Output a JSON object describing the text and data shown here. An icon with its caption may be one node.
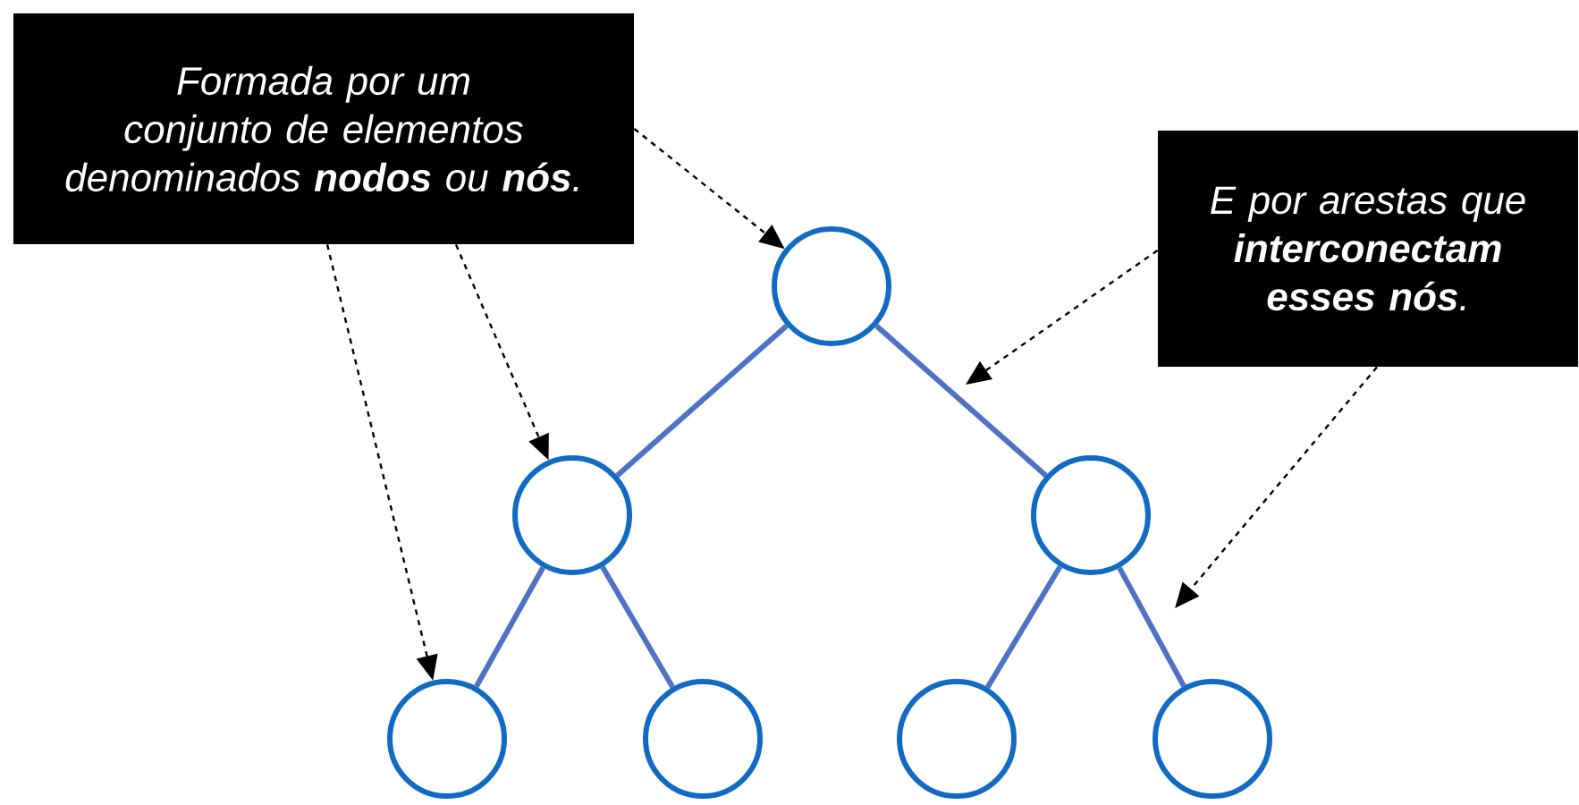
{
  "diagram": {
    "nodes": [
      {
        "text": [
          "Formada por um conjunto de elementos denominados **nodos** ou **nós**."
        ]
      },
      {
        "text": [
          "E por arestas que **interconectam esses nós**."
        ]
      },
      {
        "text": [],
        "shape": "circle"
      },
      {
        "text": [],
        "shape": "circle"
      },
      {
        "text": [],
        "shape": "circle"
      },
      {
        "text": [],
        "shape": "circle"
      },
      {
        "text": [],
        "shape": "circle"
      },
      {
        "text": [],
        "shape": "circle"
      },
      {
        "text": [],
        "shape": "circle"
      }
    ],
    "edges": [
      {
        "from": 2,
        "to": 3,
        "arrow": "none"
      },
      {
        "from": 2,
        "to": 4,
        "arrow": "none"
      },
      {
        "from": 3,
        "to": 5,
        "arrow": "none"
      },
      {
        "from": 3,
        "to": 6,
        "arrow": "none"
      },
      {
        "from": 4,
        "to": 7,
        "arrow": "none"
      },
      {
        "from": 4,
        "to": 8,
        "arrow": "none"
      },
      {
        "from": 0,
        "to": 2,
        "arrow": "to",
        "style": "dashed",
        "color": "#000000"
      },
      {
        "from": 0,
        "to": 3,
        "arrow": "to",
        "style": "dashed",
        "color": "#000000"
      },
      {
        "from": 0,
        "to": 5,
        "arrow": "to",
        "style": "dashed",
        "color": "#000000"
      },
      {
        "from": 1,
        "to": null,
        "arrow": "to",
        "style": "dashed",
        "color": "#000000"
      },
      {
        "from": 1,
        "to": null,
        "arrow": "to",
        "style": "dashed",
        "color": "#000000"
      }
    ]
  }
}
